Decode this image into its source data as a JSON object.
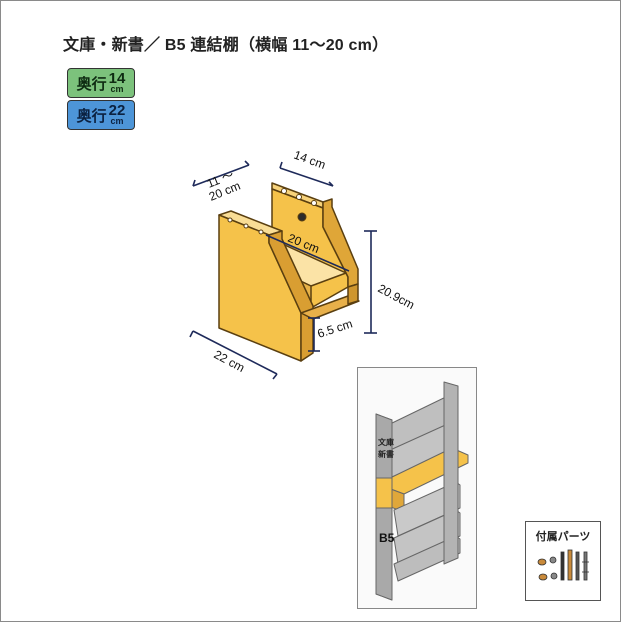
{
  "title": "文庫・新書／ B5 連結棚（横幅 11～20 cm）",
  "badges": [
    {
      "label": "奥行",
      "num": "14",
      "unit": "cm",
      "color": "#7cc27c"
    },
    {
      "label": "奥行",
      "num": "22",
      "unit": "cm",
      "color": "#4d95d8"
    }
  ],
  "dimensions": {
    "width_range_line1": "11 ～",
    "width_range_line2": "20 cm",
    "depth_top": "14 cm",
    "inner_width": "20 cm",
    "height": "20.9cm",
    "shelf_height": "6.5 cm",
    "depth_bottom": "22 cm"
  },
  "thumbnail": {
    "label_top_1": "文庫",
    "label_top_2": "新書",
    "label_bottom": "B5",
    "highlight_color": "#f5c24a"
  },
  "parts": {
    "label": "付属パーツ"
  },
  "colors": {
    "wood": "#f5c24a",
    "outline": "#5a3f10",
    "dim": "#1e2a5a"
  }
}
